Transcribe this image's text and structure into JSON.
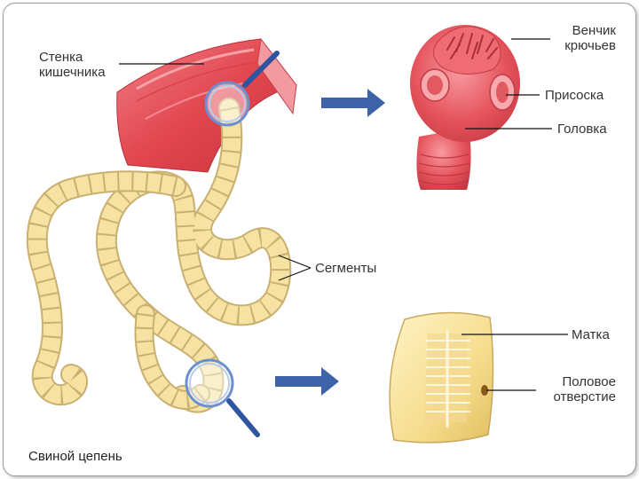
{
  "labels": {
    "intestine_wall": [
      "Стенка",
      "кишечника"
    ],
    "hook_crown": [
      "Венчик",
      "крючьев"
    ],
    "sucker": "Присоска",
    "head": "Головка",
    "segments": "Сегменты",
    "uterus": "Матка",
    "genital_opening": [
      "Половое",
      "отверстие"
    ]
  },
  "caption": "Свиной цепень",
  "colors": {
    "tissue": "#e8505a",
    "tissue_dark": "#b8303a",
    "worm": "#f6e3a4",
    "worm_edge": "#c9b070",
    "arrow": "#3f63a8",
    "magnifier": "#4a78c2"
  }
}
